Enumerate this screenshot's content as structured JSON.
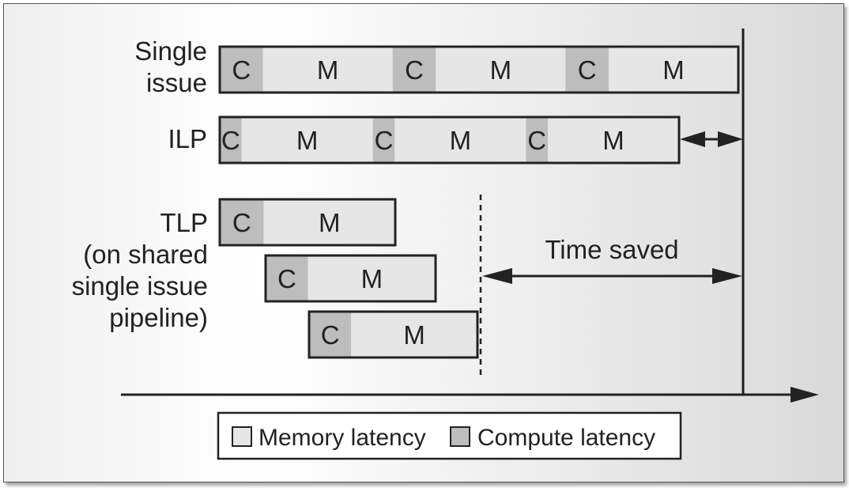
{
  "colors": {
    "memory": "#e6e6e6",
    "compute": "#bdbdbd",
    "stroke": "#222222"
  },
  "labels": {
    "single_issue": [
      "Single",
      "issue"
    ],
    "ilp": "ILP",
    "tlp": [
      "TLP",
      "(on shared",
      "single issue",
      "pipeline)"
    ],
    "time_saved": "Time saved"
  },
  "segment_letters": {
    "compute": "C",
    "memory": "M"
  },
  "rows": [
    {
      "name": "single-issue",
      "segments": [
        [
          "C",
          1
        ],
        [
          "M",
          3
        ],
        [
          "C",
          1
        ],
        [
          "M",
          3
        ],
        [
          "C",
          1
        ],
        [
          "M",
          3
        ]
      ]
    },
    {
      "name": "ilp",
      "segments": [
        [
          "C",
          0.5
        ],
        [
          "M",
          3
        ],
        [
          "C",
          0.5
        ],
        [
          "M",
          3
        ],
        [
          "C",
          0.5
        ],
        [
          "M",
          3
        ]
      ]
    },
    {
      "name": "tlp-thread-1",
      "segments": [
        [
          "C",
          1
        ],
        [
          "M",
          3
        ]
      ]
    },
    {
      "name": "tlp-thread-2",
      "segments": [
        [
          "C",
          1
        ],
        [
          "M",
          3
        ]
      ]
    },
    {
      "name": "tlp-thread-3",
      "segments": [
        [
          "C",
          1
        ],
        [
          "M",
          3
        ]
      ]
    }
  ],
  "legend": {
    "memory": "Memory latency",
    "compute": "Compute latency"
  }
}
